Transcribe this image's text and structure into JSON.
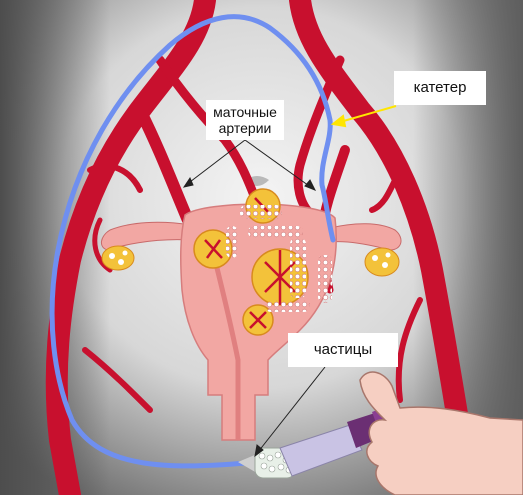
{
  "labels": {
    "uterine_arteries_line1": "маточные",
    "uterine_arteries_line2": "артерии",
    "catheter": "катетер",
    "particles": "частицы"
  },
  "colors": {
    "background_light": "#efefef",
    "background_dark": "#5a5a5a",
    "artery": "#c8102e",
    "catheter": "#6f8ff0",
    "fibroid": "#f3c23a",
    "uterus": "#f2a7a3",
    "callout_arrow": "#ffe600"
  }
}
